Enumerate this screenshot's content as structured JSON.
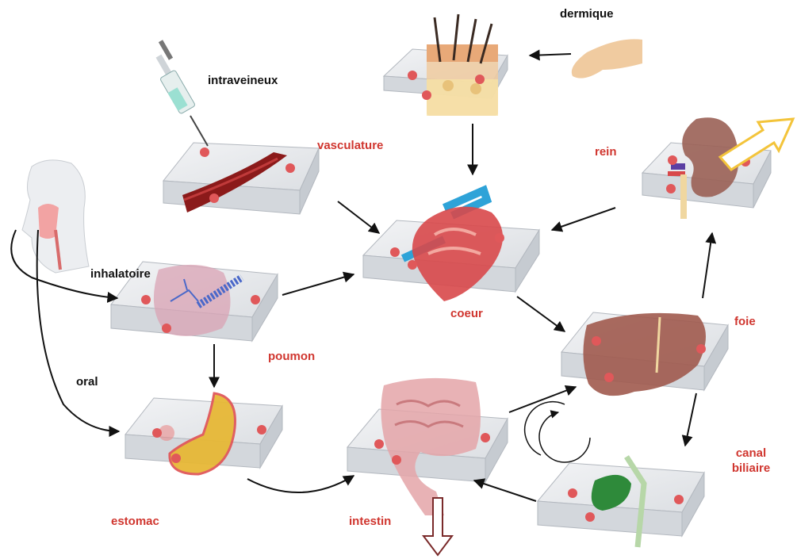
{
  "colors": {
    "organ_label": "#d0362f",
    "route_label": "#111111",
    "chip_fill": "#e7e9ec",
    "chip_edge": "#b3b8bf",
    "port": "#e0585a",
    "channel": "#e5636a",
    "arrow": "#111111",
    "vessel": "#8b1a1a",
    "heart": "#d8484a",
    "heart_vessel": "#2ea3d8",
    "lung": "#d9a3b4",
    "airway": "#4a68c9",
    "stomach": "#e7b836",
    "intestine": "#e4a5a8",
    "liver": "#a05a4e",
    "kidney": "#9a6155",
    "gallbladder": "#2e8a3a",
    "skin": "#f0cba0",
    "excretion_arrow": "#f3c43b",
    "output_arrow": "#7a2a2a"
  },
  "labels": {
    "intravenous": "intraveineux",
    "dermal": "dermique",
    "inhalation": "inhalatoire",
    "oral": "oral",
    "vasculature": "vasculature",
    "kidney": "rein",
    "heart": "coeur",
    "liver": "foie",
    "lung": "poumon",
    "bile_duct_line1": "canal",
    "bile_duct_line2": "biliaire",
    "stomach": "estomac",
    "intestine": "intestin"
  },
  "icons": {
    "syringe": "syringe-icon",
    "hand": "hand-icon",
    "head": "head-profile-icon",
    "cycle": "recirculation-icon",
    "excretion": "excretion-arrow-icon",
    "elimination": "elimination-arrow-icon"
  }
}
